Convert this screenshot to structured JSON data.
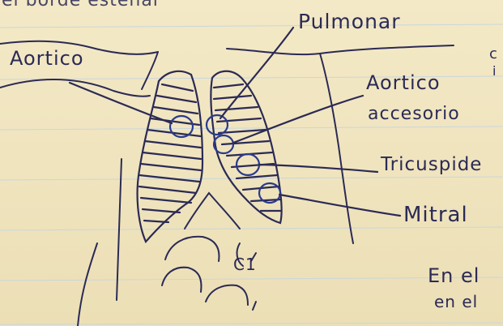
{
  "header_fragment": "el borde estenal",
  "labels": {
    "pulmonar": "Pulmonar",
    "aortico": "Aortico",
    "aortico_accesorio_1": "Aortico",
    "aortico_accesorio_2": "accesorio",
    "tricuspide": "Tricuspide",
    "mitral": "Mitral"
  },
  "side_notes": {
    "top_right": "c",
    "top_right_2": "i",
    "ribs": "C1",
    "en_el_1": "En el",
    "en_el_2": "en el"
  },
  "colors": {
    "paper": "#efe4bf",
    "rule_lines": "#c9d6dc",
    "margin_line": "#d88a8a",
    "ink": "#2b2a55",
    "pen_blue": "#2a3a8c"
  }
}
